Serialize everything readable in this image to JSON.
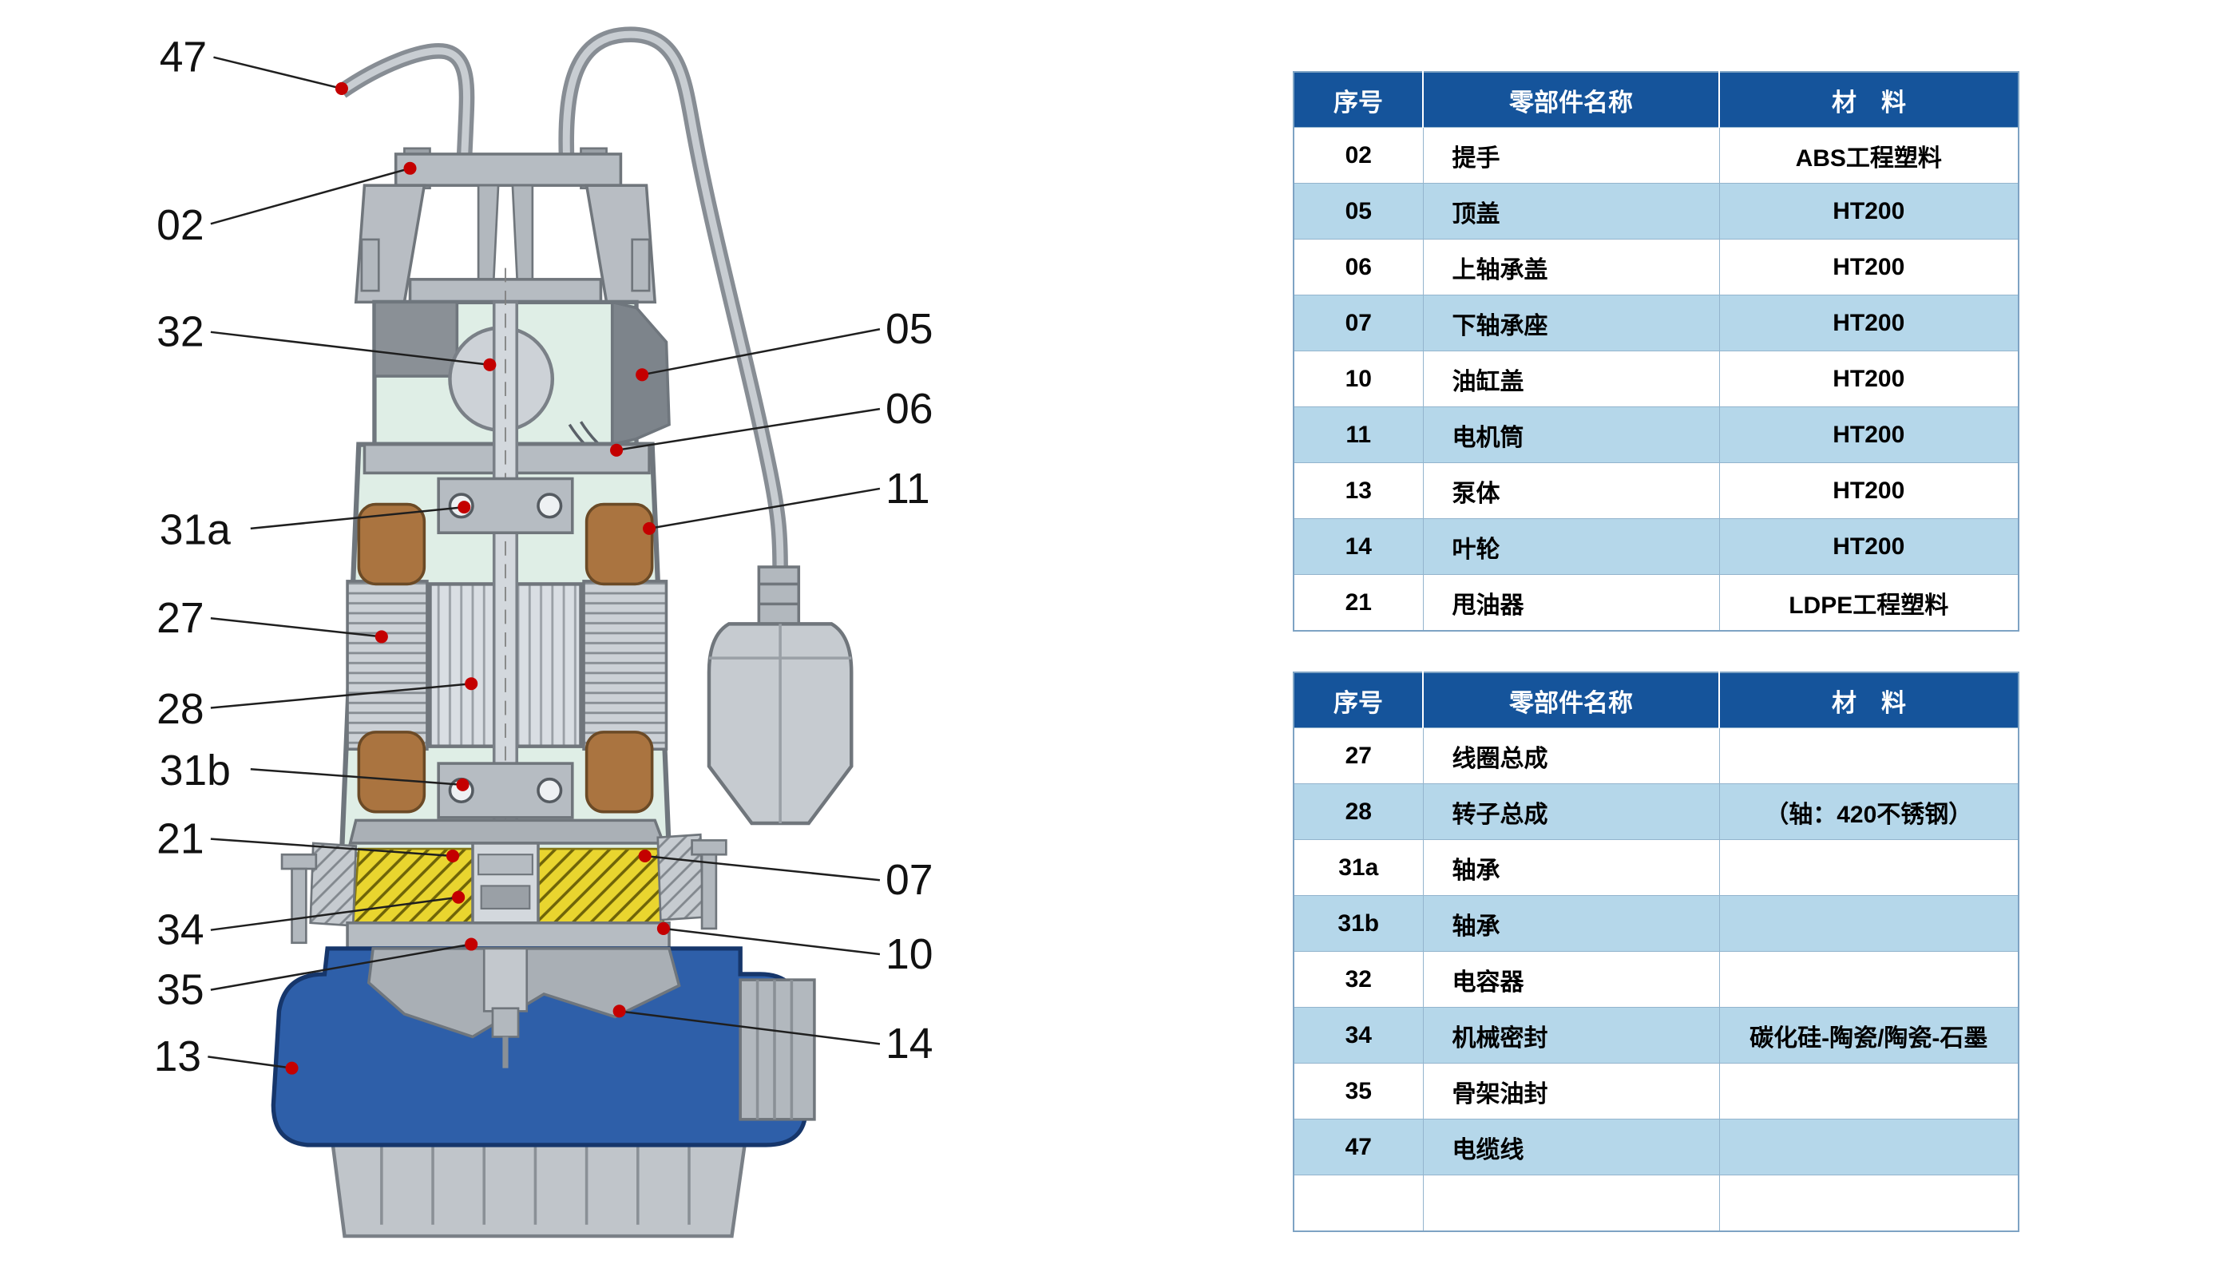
{
  "diagram": {
    "labels_left": [
      "47",
      "02",
      "32",
      "31a",
      "27",
      "28",
      "31b",
      "21",
      "34",
      "35",
      "13"
    ],
    "labels_right": [
      "05",
      "06",
      "11",
      "07",
      "10",
      "14"
    ]
  },
  "tables": [
    {
      "headers": [
        "序号",
        "零部件名称",
        "材　料"
      ],
      "rows": [
        {
          "no": "02",
          "name": "提手",
          "material": "ABS工程塑料"
        },
        {
          "no": "05",
          "name": "顶盖",
          "material": "HT200"
        },
        {
          "no": "06",
          "name": "上轴承盖",
          "material": "HT200"
        },
        {
          "no": "07",
          "name": "下轴承座",
          "material": "HT200"
        },
        {
          "no": "10",
          "name": "油缸盖",
          "material": "HT200"
        },
        {
          "no": "11",
          "name": "电机筒",
          "material": "HT200"
        },
        {
          "no": "13",
          "name": "泵体",
          "material": "HT200"
        },
        {
          "no": "14",
          "name": "叶轮",
          "material": "HT200"
        },
        {
          "no": "21",
          "name": "甩油器",
          "material": "LDPE工程塑料"
        }
      ]
    },
    {
      "headers": [
        "序号",
        "零部件名称",
        "材　料"
      ],
      "rows": [
        {
          "no": "27",
          "name": "线圈总成",
          "material": ""
        },
        {
          "no": "28",
          "name": "转子总成",
          "material": "（轴：420不锈钢）"
        },
        {
          "no": "31a",
          "name": "轴承",
          "material": ""
        },
        {
          "no": "31b",
          "name": "轴承",
          "material": ""
        },
        {
          "no": "32",
          "name": "电容器",
          "material": ""
        },
        {
          "no": "34",
          "name": "机械密封",
          "material": "碳化硅-陶瓷/陶瓷-石墨"
        },
        {
          "no": "35",
          "name": "骨架油封",
          "material": ""
        },
        {
          "no": "47",
          "name": "电缆线",
          "material": ""
        },
        {
          "no": "",
          "name": "",
          "material": ""
        }
      ]
    }
  ],
  "colors": {
    "table_header_bg": "#15549b",
    "table_alt_row_bg": "#b5d7ea",
    "pump_body_blue": "#2e5fa9",
    "coil_brown": "#aa7440",
    "oil_yellow": "#e9d52f",
    "interior_green": "#dfeee6",
    "marker_red": "#c40000"
  }
}
